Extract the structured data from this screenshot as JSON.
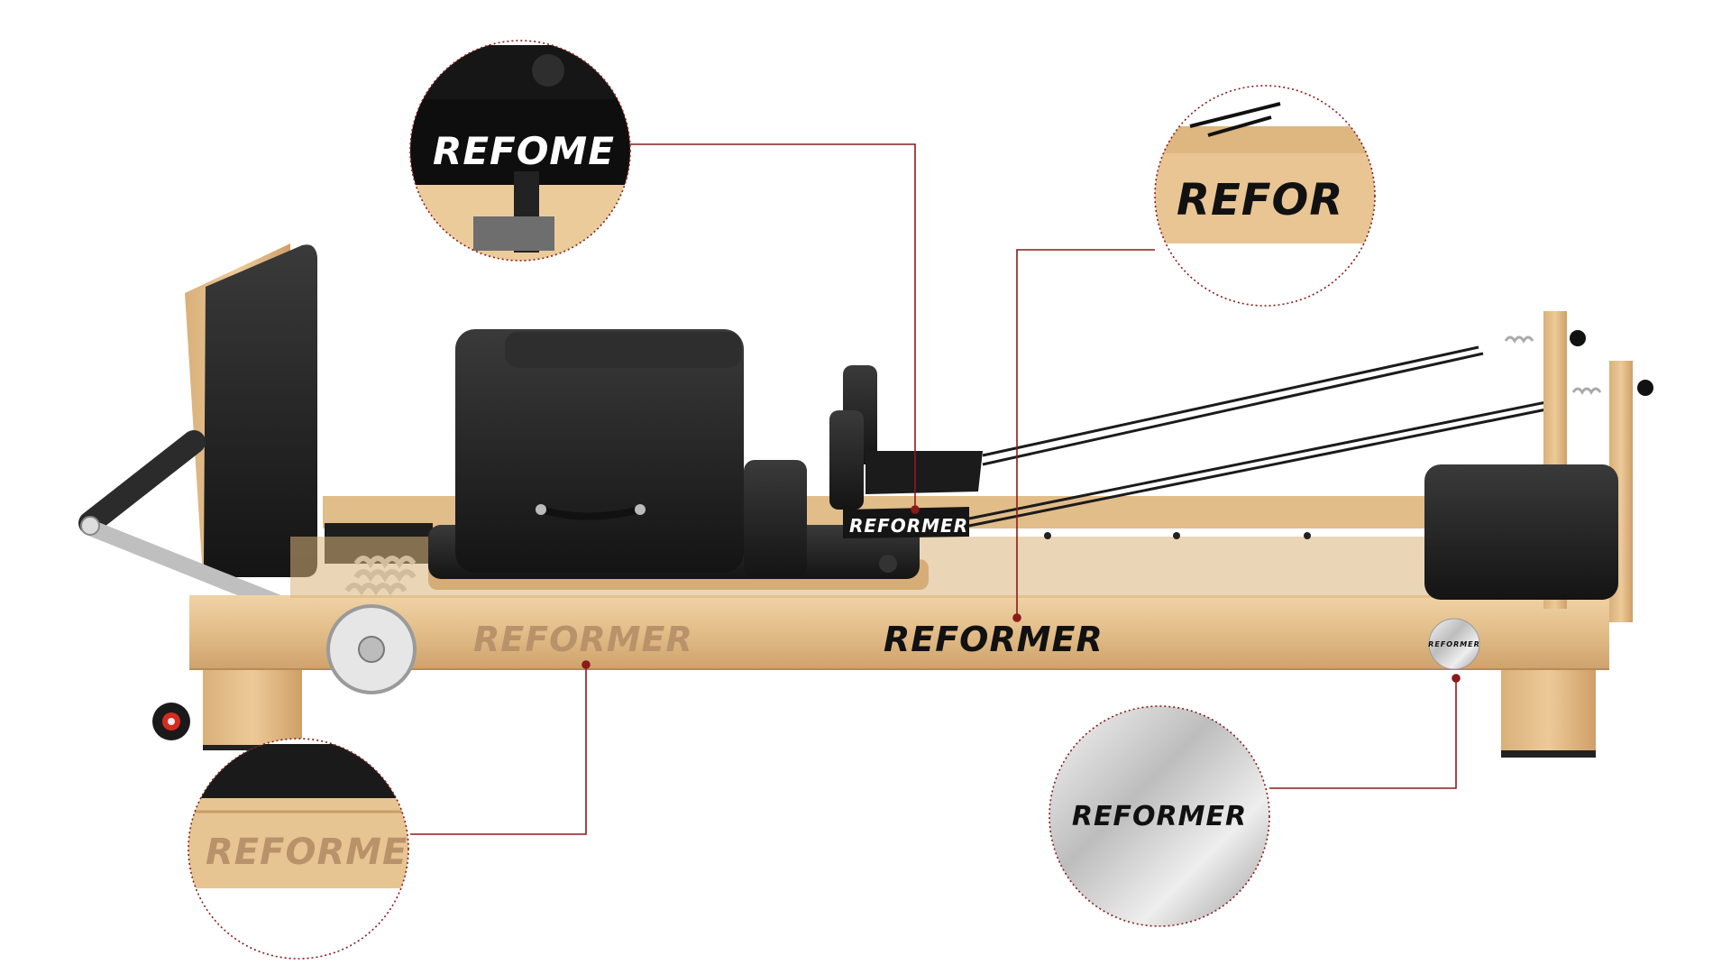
{
  "image": {
    "description_labels": {
      "rail_engraved": "REFORMER",
      "rail_printed": "REFORMER",
      "strap_label": "REFORMER",
      "badge_small": "REFORMER",
      "zoom_top_left": "REFOME",
      "zoom_top_right": "REFOR",
      "zoom_bottom_left": "REFORME",
      "zoom_bottom_right": "REFORMER"
    }
  },
  "colors": {
    "wood_light": "#e9c99a",
    "wood_mid": "#d8b07a",
    "wood_dark": "#b98a55",
    "upholstery": "#222222",
    "upholstery_hi": "#3a3a3a",
    "callout_line": "#8b1a1a",
    "engraved_text": "#b8926a",
    "printed_text": "#111111",
    "steel": "#c9c9c9"
  },
  "icons": {
    "wheel": "wheel-icon"
  }
}
